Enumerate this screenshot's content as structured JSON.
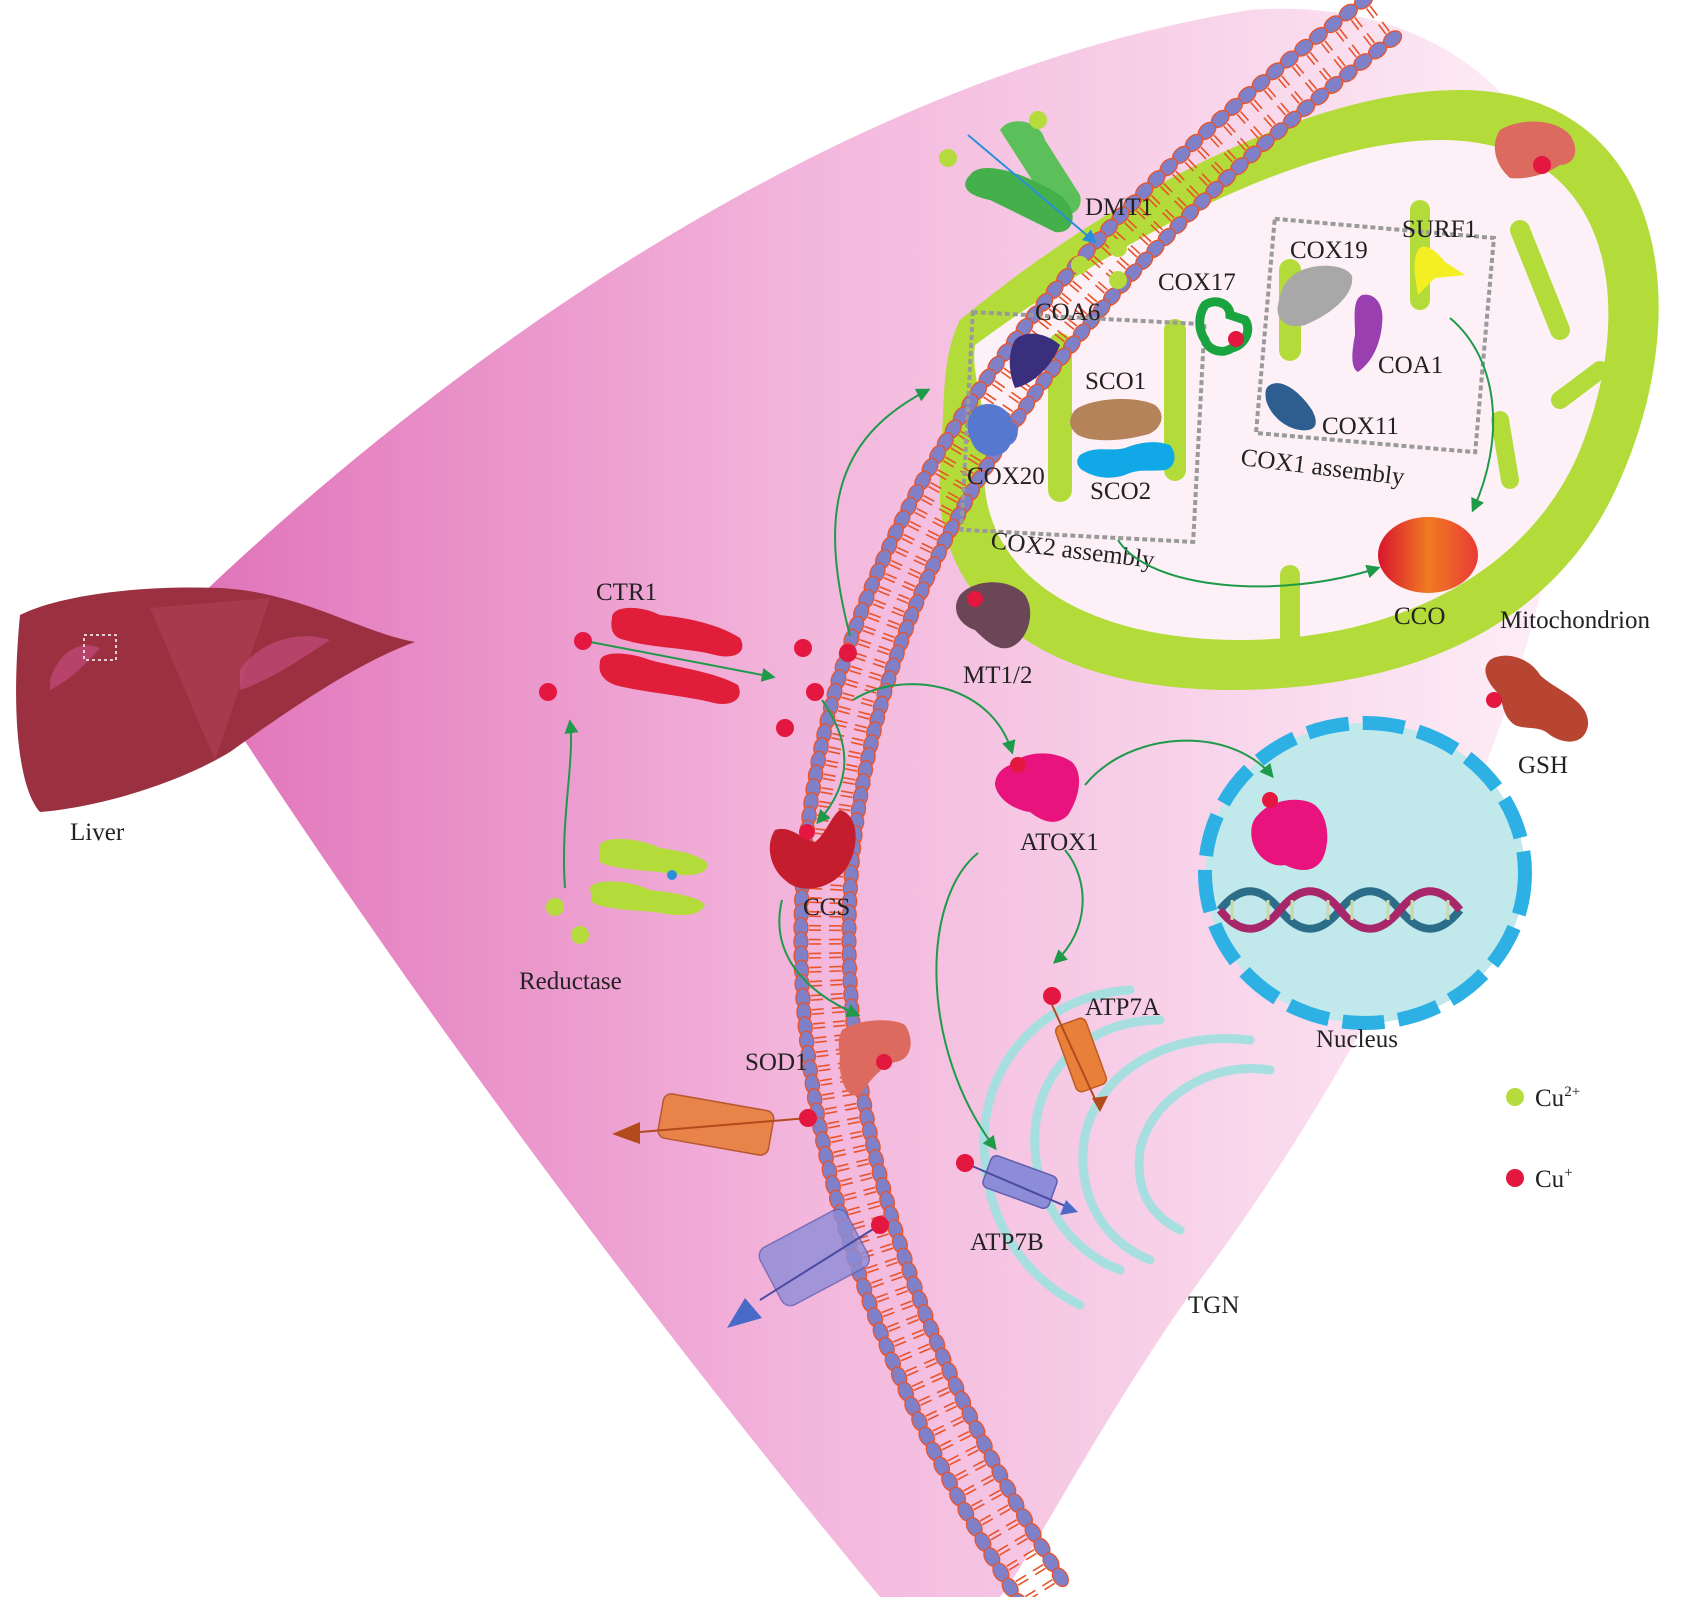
{
  "labels": {
    "liver": "Liver",
    "dmt1": "DMT1",
    "cox17": "COX17",
    "coa6": "COA6",
    "sco1": "SCO1",
    "sco2": "SCO2",
    "cox20": "COX20",
    "cox2_assembly": "COX2 assembly",
    "cox19": "COX19",
    "surf1": "SURF1",
    "coa1": "COA1",
    "cox11": "COX11",
    "cox1_assembly": "COX1 assembly",
    "cco": "CCO",
    "mitochondrion": "Mitochondrion",
    "ctr1": "CTR1",
    "mt12": "MT1/2",
    "gsh": "GSH",
    "atox1": "ATOX1",
    "ccs": "CCS",
    "nucleus": "Nucleus",
    "reductase": "Reductase",
    "atp7a": "ATP7A",
    "sod1": "SOD1",
    "atp7b": "ATP7B",
    "tgn": "TGN"
  },
  "legend": {
    "cu2_base": "Cu",
    "cu2_sup": "2+",
    "cu1_base": "Cu",
    "cu1_sup": "+"
  },
  "colors": {
    "cu2": "#b5dc3c",
    "cu1": "#e3173f",
    "mitochondrion": "#b3dc3a",
    "membrane_head": "#8080c8",
    "membrane_tail": "#e8532a",
    "arrow": "#1e9a4a",
    "nucleus": "#2db1e5",
    "liver": "#9a3040"
  }
}
